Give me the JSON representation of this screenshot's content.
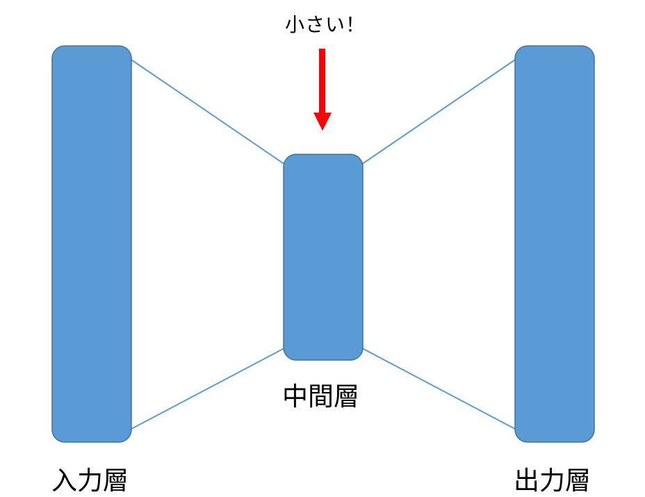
{
  "diagram": {
    "title_annotation": "小さい！",
    "layers": {
      "input": {
        "label": "入力層"
      },
      "middle": {
        "label": "中間層"
      },
      "output": {
        "label": "出力層"
      }
    },
    "colors": {
      "layer_fill": "#5B9BD5",
      "layer_stroke": "#41719C",
      "connector": "#5B9BD5",
      "arrow": "#FF0000",
      "text": "#000000"
    }
  }
}
